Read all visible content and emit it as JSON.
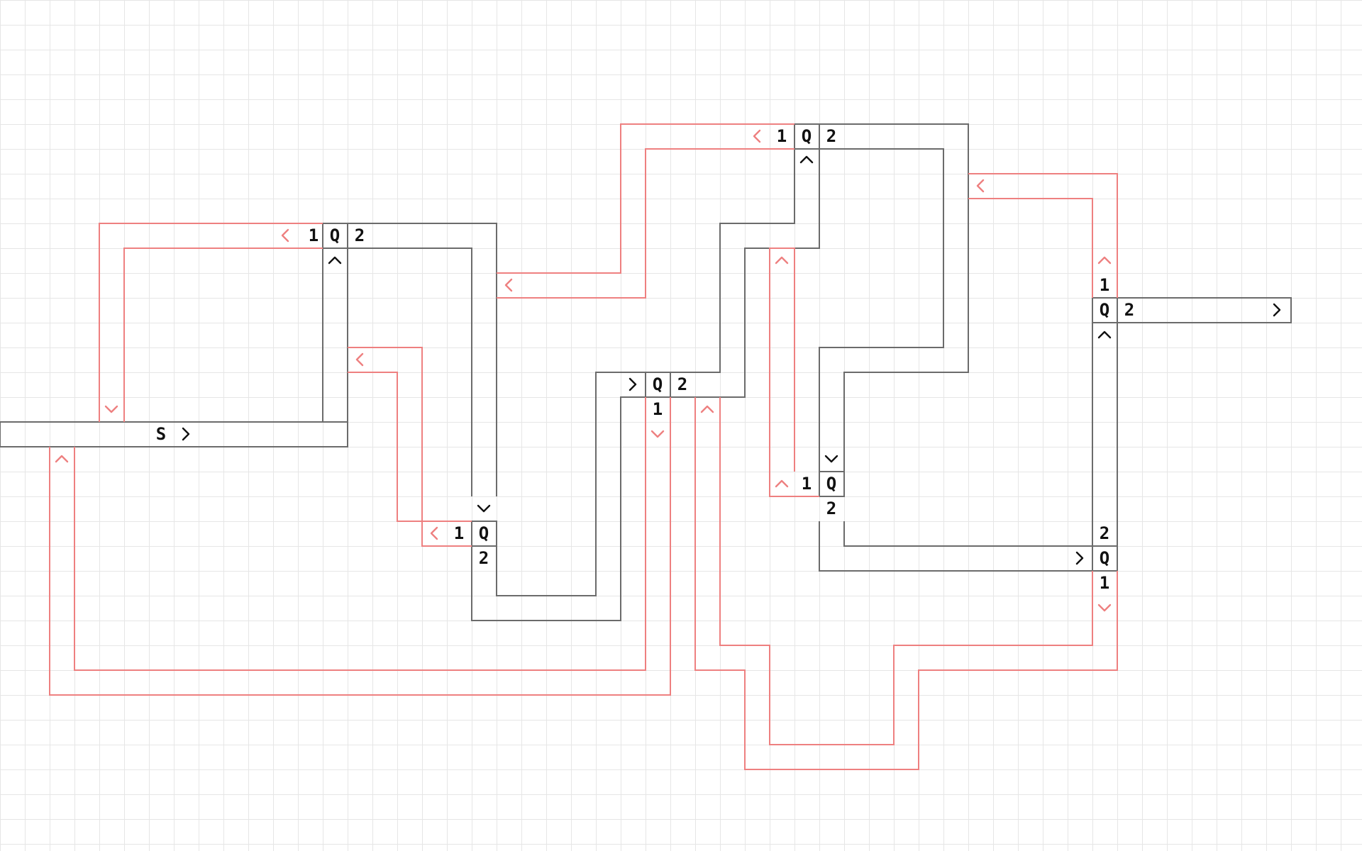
{
  "colors": {
    "grid": "#e6e6e6",
    "track": "#6b6b6b",
    "queue": "#ee8080",
    "text": "#111111"
  },
  "labels": {
    "s": "S",
    "q": "Q",
    "one": "1",
    "two": "2"
  },
  "icons": {
    "up": "chevron-up-icon",
    "down": "chevron-down-icon",
    "left": "chevron-left-icon",
    "right": "chevron-right-icon"
  }
}
